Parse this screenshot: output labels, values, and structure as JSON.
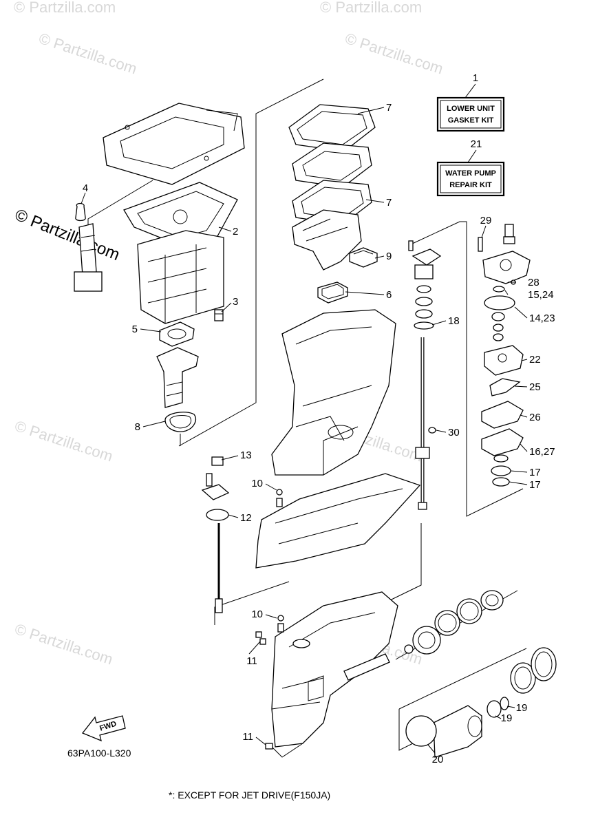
{
  "watermarks": {
    "site": "© Partzilla.com",
    "side": "© Partzilla.com"
  },
  "kits": {
    "lower_unit": {
      "number": "1",
      "line1": "LOWER UNIT",
      "line2": "GASKET KIT"
    },
    "water_pump": {
      "number": "21",
      "line1": "WATER PUMP",
      "line2": "REPAIR KIT"
    }
  },
  "callouts": {
    "c2": "2",
    "c3": "3",
    "c4": "4",
    "c5": "5",
    "c6": "6",
    "c7a": "7",
    "c7b": "7",
    "c8": "8",
    "c9": "9",
    "c10a": "10",
    "c10b": "10",
    "c11a": "11",
    "c11b": "11",
    "c12": "12",
    "c13": "13",
    "c14_23": "14,23",
    "c15_24": "15,24",
    "c16_27": "16,27",
    "c17a": "17",
    "c17b": "17",
    "c18": "18",
    "c19a": "19",
    "c19b": "19",
    "c20": "20",
    "c22": "22",
    "c25": "25",
    "c26": "26",
    "c28": "28",
    "c29": "29",
    "c30": "30"
  },
  "fwd_label": "FWD",
  "diagram_code": "63PA100-L320",
  "footnote": "*: EXCEPT FOR JET DRIVE(F150JA)"
}
